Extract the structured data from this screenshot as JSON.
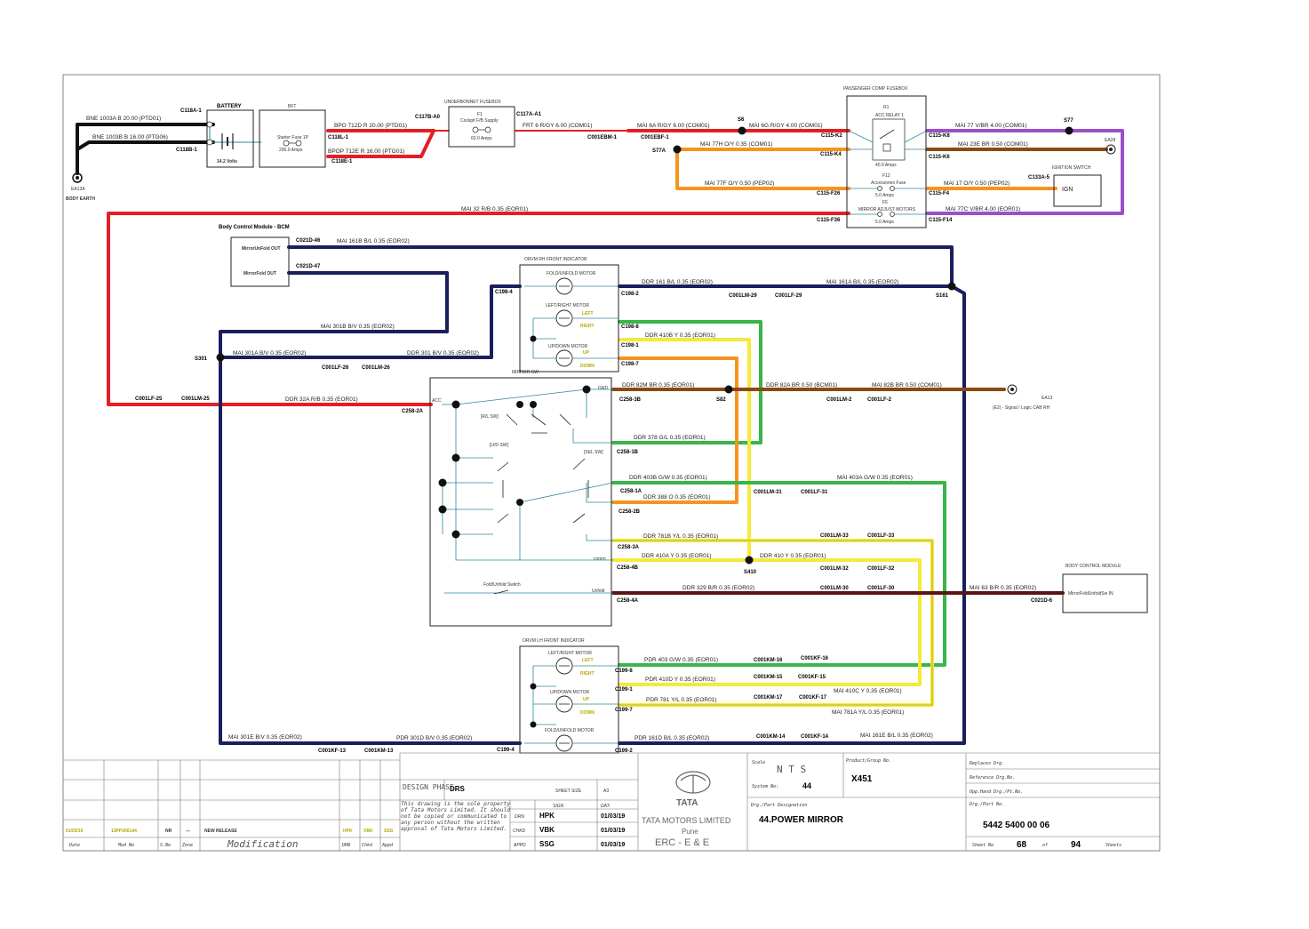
{
  "colors": {
    "red": "#e41e25",
    "black": "#111111",
    "navy": "#1a1f5c",
    "purple": "#9b4fc9",
    "brown": "#8a4a12",
    "orange": "#f7941d",
    "yellow": "#f4ea3a",
    "green": "#39b54a",
    "maroon": "#5a1414",
    "teal": "#2b8a9a"
  },
  "components": {
    "battery": {
      "title": "BATTERY",
      "volts": "14.2 Volts"
    },
    "bft": {
      "title": "BFT",
      "fuse": "Starter Fuse 1P",
      "amps": "200.0 Amps"
    },
    "underbonnet": {
      "title": "UNDERBONNET FUSEBOX",
      "fuse": "F1",
      "desc": "Cockpit F/B Supply",
      "amps": "60.0 Amps"
    },
    "passenger": {
      "title": "PASSENGER COMP FUSEBOX",
      "relay": "R1",
      "relay_desc": "ACC RELAY 1",
      "relay_amps": "40.0 Amps",
      "f12": "F12",
      "f12_desc": "Accessories Fuse",
      "f12_amps": "5.0 Amps",
      "f6": "F6",
      "f6_desc": "MIRROR ADJUST MOTORS",
      "f6_amps": "5.0 Amps"
    },
    "ignition": {
      "title": "IGNITION SWITCH",
      "label": "IGN"
    },
    "bcm_left": {
      "title": "Body Control Module - BCM",
      "unfold": "MirrorUnFold OUT",
      "fold": "MirrorFold OUT"
    },
    "orvm_rh": {
      "title": "ORVM RH FRONT INDICATOR",
      "fold_motor": "FOLD/UNFOLD MOTOR",
      "lr_motor": "LEFT/RIGHT MOTOR",
      "ud_motor": "UP/DOWN MOTOR",
      "left": "LEFT",
      "right": "RIGHT",
      "up": "UP",
      "down": "DOWN"
    },
    "orvm_lh": {
      "title": "ORVM LH FRONT INDICATOR",
      "lr_motor": "LEFT/RIGHT MOTOR",
      "ud_motor": "UP/DOWN MOTOR",
      "fold_motor": "FOLD/UNFOLD MOTOR",
      "left": "LEFT",
      "right": "RIGHT",
      "up": "UP",
      "down": "DOWN"
    },
    "mirror_sw": {
      "title": "MIRROR SW",
      "acc": "ACC",
      "gnd": "GND",
      "comm": "comm",
      "unfold": "Unfold",
      "lr_sw": "[R/L SW]",
      "ud_sw": "[U/D SW]",
      "sel_sw": "[SEL SW]",
      "fold_sw": "Fold/Unfold Switch"
    },
    "bcm_right": {
      "title": "BODY CONTROL MODULE",
      "pin": "MirrorFoldUnfoldSw IN"
    },
    "body_earth": {
      "code": "EA13A",
      "label": "BODY EARTH"
    },
    "ea28": "EA28",
    "ea13": {
      "code": "EA13",
      "label": "(E2) - Signal / Logic CAB RH"
    }
  },
  "wire_labels": {
    "w1": "BNE 1003A B 20.00 (PTD01)",
    "w2": "BNE 1003B B 16.00 (PTG06)",
    "w3": "BPO 712D R 20.00 (PTD01)",
    "w4": "BPOP 712E R 16.00 (PTG01)",
    "w5": "FRT 6 R/GY 6.00 (COM01)",
    "w6": "MAI 6A R/GY 6.00 (COM01)",
    "w7": "MAI 6G R/GY 4.00 (COM01)",
    "w8": "MAI 77H O/Y 0.35 (COM01)",
    "w9": "MAI 77F O/Y 0.50 (PEP02)",
    "w10": "MAI 77 V/BR 4.00 (COM01)",
    "w11": "MAI 23E BR 0.50 (COM01)",
    "w12": "MAI 17 O/Y 0.50 (PEP02)",
    "w13": "MAI 77C V/BR 4.00 (EOR01)",
    "w14": "MAI 32 R/B 0.35 (EOR01)",
    "w15": "MAI 161B B/L 0.35 (EOR02)",
    "w16": "MAI 301B B/V 0.35 (EOR02)",
    "w17": "DDR 161 B/L 0.35 (EOR02)",
    "w18": "MAI 161A B/L 0.35 (EOR02)",
    "w19": "MAI 301A B/V 0.35 (EOR02)",
    "w20": "DDR 301 B/V 0.35 (EOR02)",
    "w21": "DDR 410B Y 0.35 (EOR01)",
    "w22": "DDR 32A R/B 0.35 (EOR01)",
    "w23": "DDR 82M BR 0.35 (EOR01)",
    "w24": "DDR 82A BR 0.50 (BCM01)",
    "w25": "MAI 82B BR 0.50 (COM01)",
    "w26": "DDR 378 G/L 0.35 (EOR01)",
    "w27": "DDR 403B G/W 0.35 (EOR01)",
    "w28": "MAI 403A G/W 0.35 (EOR01)",
    "w29": "DDR 388 O 0.35 (EOR01)",
    "w30": "DDR 781B Y/L 0.35 (EOR01)",
    "w31": "DDR 410A Y 0.35 (EOR01)",
    "w32": "DDR 410 Y 0.35 (EOR01)",
    "w33": "DDR 329 B/R 0.35 (EOR02)",
    "w34": "MAI 63 B/R 0.35 (EOR02)",
    "w35": "PDR 403 G/W 0.35 (EOR01)",
    "w36": "PDR 410D Y 0.35 (EOR01)",
    "w37": "MAI 410C Y 0.35 (EOR01)",
    "w38": "PDR 781 Y/L 0.35 (EOR01)",
    "w39": "MAI 781A Y/L 0.35 (EOR01)",
    "w40": "MAI 301E B/V 0.35 (EOR02)",
    "w41": "PDR 301D B/V 0.35 (EOR02)",
    "w42": "PDR 161D B/L 0.35 (EOR02)",
    "w43": "MAI 161E B/L 0.35 (EOR02)"
  },
  "connectors": {
    "c118a1": "C118A-1",
    "c118b1": "C118B-1",
    "c118l1": "C118L-1",
    "c118e1": "C118E-1",
    "c117b": "C117B-A0",
    "c117a": "C117A-A1",
    "c001ebm1": "C001EBM-1",
    "c001ebf1": "C001EBF-1",
    "s6": "S6",
    "s77a": "S77A",
    "s77": "S77",
    "c115k2": "C115-K2",
    "c115k4": "C115-K4",
    "c115f26": "C115-F26",
    "c115f36": "C115-F36",
    "c115k8": "C115-K8",
    "c115k6": "C115-K6",
    "c115f4": "C115-F4",
    "c115f14": "C115-F14",
    "c133a5": "C133A-5",
    "c021d46": "C021D-46",
    "c021d47": "C021D-47",
    "c198_4": "C198-4",
    "c198_2": "C198-2",
    "c198_8": "C198-8",
    "c198_1": "C198-1",
    "c198_7": "C198-7",
    "c001lm29": "C001LM-29",
    "c001lf29": "C001LF-29",
    "s161": "S161",
    "s301": "S301",
    "c001lf26": "C001LF-26",
    "c001lm26": "C001LM-26",
    "c001lf25": "C001LF-25",
    "c001lm25": "C001LM-25",
    "c258_2a": "C258-2A",
    "c258_3b": "C258-3B",
    "s82": "S82",
    "c001lm2": "C001LM-2",
    "c001lf2": "C001LF-2",
    "c258_1b": "C258-1B",
    "c258_1a": "C258-1A",
    "c001lm31": "C001LM-31",
    "c001lf31": "C001LF-31",
    "c258_2b": "C258-2B",
    "c258_3a": "C258-3A",
    "c001lm33": "C001LM-33",
    "c001lf33": "C001LF-33",
    "c258_4b": "C258-4B",
    "s410": "S410",
    "c001lm32": "C001LM-32",
    "c001lf32": "C001LF-32",
    "c258_4a": "C258-4A",
    "c001lm30": "C001LM-30",
    "c001lf30": "C001LF-30",
    "c021d6": "C021D-6",
    "c199_8": "C199-8",
    "c199_1": "C199-1",
    "c199_7": "C199-7",
    "c199_4": "C199-4",
    "c199_2": "C199-2",
    "c001km16": "C001KM-16",
    "c001kf16": "C001KF-16",
    "c001km15": "C001KM-15",
    "c001kf15": "C001KF-15",
    "c001km17": "C001KM-17",
    "c001kf17": "C001KF-17",
    "c001km14": "C001KM-14",
    "c001kf14": "C001KF-14",
    "c001kf13": "C001KF-13",
    "c001km13": "C001KM-13"
  },
  "title_block": {
    "rev_date": "01/03/19",
    "rev_mod": "13PP266144",
    "rev_sno": "NR",
    "rev_zone": "---",
    "rev_desc": "NEW RELEASE",
    "rev_drn": "HPK",
    "rev_chkd": "VBK",
    "rev_appd": "SSG",
    "h_date": "Date",
    "h_mod": "Mod No",
    "h_sno": "S.No",
    "h_zone": "Zone",
    "h_modification": "Modification",
    "h_drn": "DRN",
    "h_chkd": "Chkd",
    "h_appd": "Appd",
    "design_phase_label": "DESIGN PHASE",
    "design_phase": "DRS",
    "sheet_size_label": "SHEET SIZE",
    "sheet_size": "A3",
    "note": "This drawing is the sole property of Tata Motors Limited. It should not be copied or communicated to any person without the written approval of Tata Motors Limited.",
    "sign_label": "SIGN",
    "date_label": "DAT-",
    "drn_label": "DRN",
    "drn": "HPK",
    "drn_date": "01/03/19",
    "chkd_label": "CHKD",
    "chkd": "VBK",
    "chkd_date": "01/03/19",
    "appd_label": "APPD",
    "appd": "SSG",
    "appd_date": "01/03/19",
    "logo_text": "TATA",
    "company": "TATA MOTORS LIMITED",
    "city": "Pune",
    "erc": "ERC - E & E",
    "scale_label": "Scale",
    "scale": "N T S",
    "system_label": "System No:",
    "system": "44",
    "product_label": "Product/Group No.",
    "product": "X451",
    "designation_label": "Drg./Part Designation",
    "designation": "44.POWER MIRROR",
    "replaces": "Replaces Drg.",
    "reference": "Reference Drg.No.",
    "opp_hand": "Opp.Hand Drg./Pt.No.",
    "part_label": "Drg./Part No.",
    "part_no": "5442 5400 00 06",
    "sheet_no_label": "Sheet No",
    "sheet_no": "68",
    "of_label": "of",
    "sheets_total": "94",
    "sheets_label": "Sheets"
  }
}
